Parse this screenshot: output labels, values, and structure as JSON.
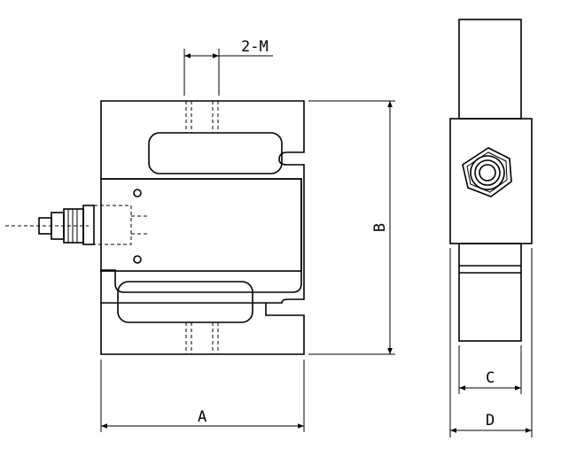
{
  "labels": {
    "thread": "2-M",
    "width": "A",
    "height": "B",
    "inner_thickness": "C",
    "outer_thickness": "D"
  }
}
